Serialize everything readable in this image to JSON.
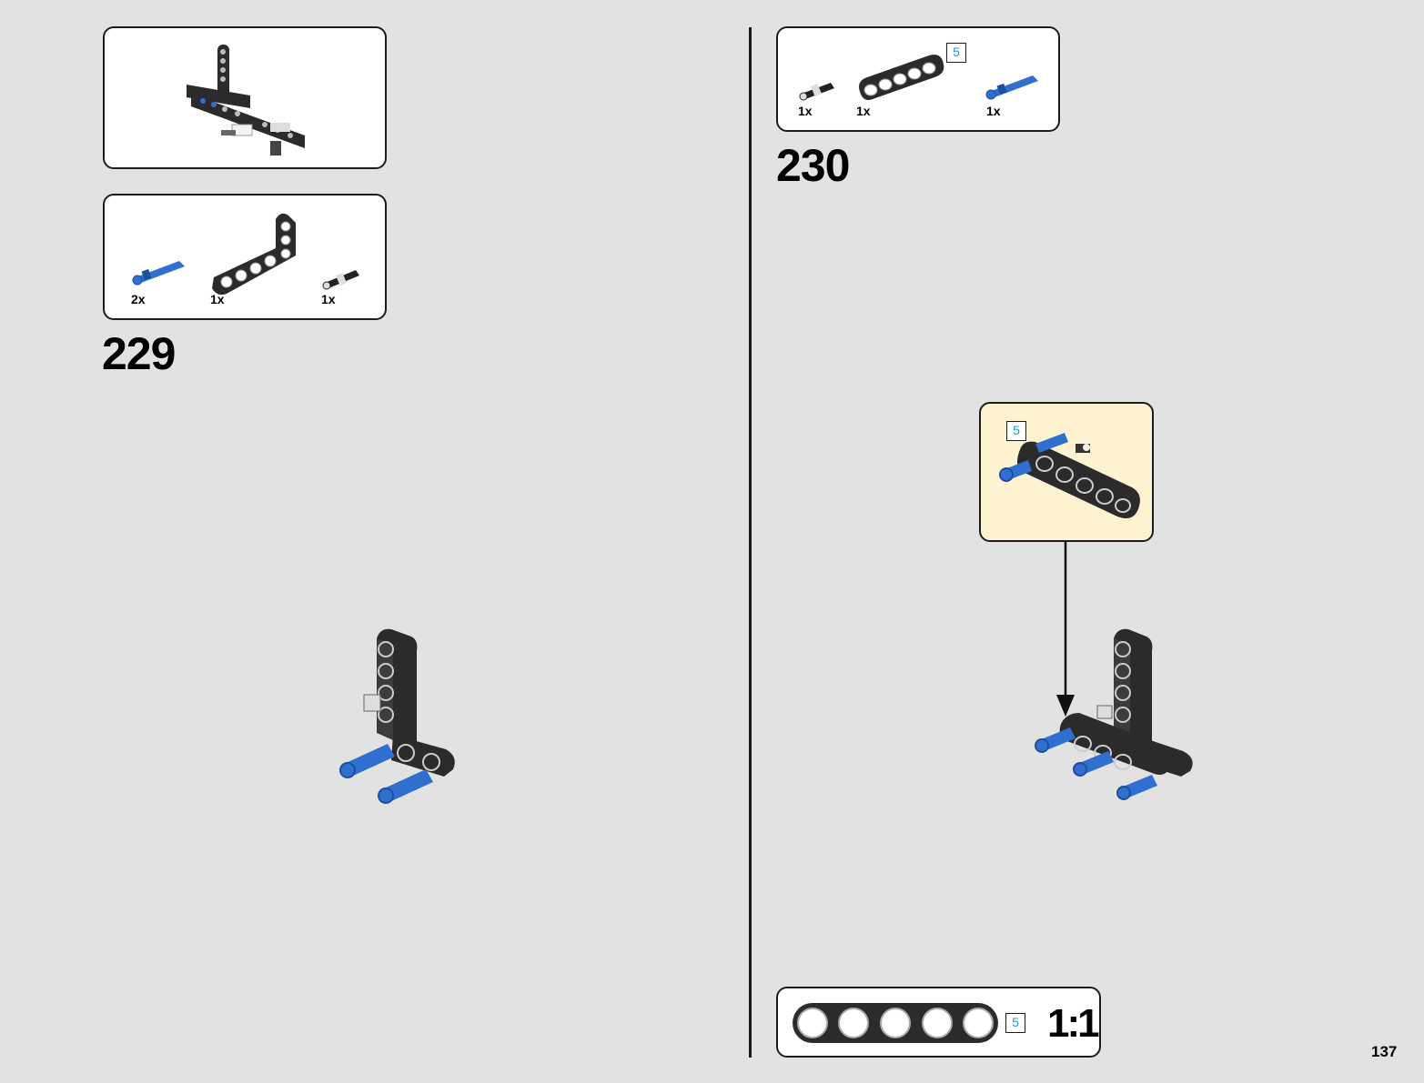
{
  "left_step": {
    "number": "229",
    "parts": [
      {
        "qty": "2x",
        "part_icon": "blue-axle-pin-icon"
      },
      {
        "qty": "1x",
        "part_icon": "l-beam-icon"
      },
      {
        "qty": "1x",
        "part_icon": "black-friction-pin-icon"
      }
    ]
  },
  "right_step": {
    "number": "230",
    "parts": [
      {
        "qty": "1x",
        "part_icon": "black-friction-pin-icon"
      },
      {
        "qty": "1x",
        "part_icon": "beam-5-icon"
      },
      {
        "qty": "1x",
        "part_icon": "blue-axle-pin-icon"
      }
    ],
    "beam_length": "5",
    "callout_length": "5"
  },
  "scale_reference": {
    "length": "5",
    "ratio": "1:1"
  },
  "page_number": "137",
  "colors": {
    "background": "#e2e2e2",
    "beam_black": "#2b2b2b",
    "pin_blue": "#2f6fd0",
    "callout_fill": "#fdf3d0",
    "length_badge_text": "#1a9ad6"
  }
}
